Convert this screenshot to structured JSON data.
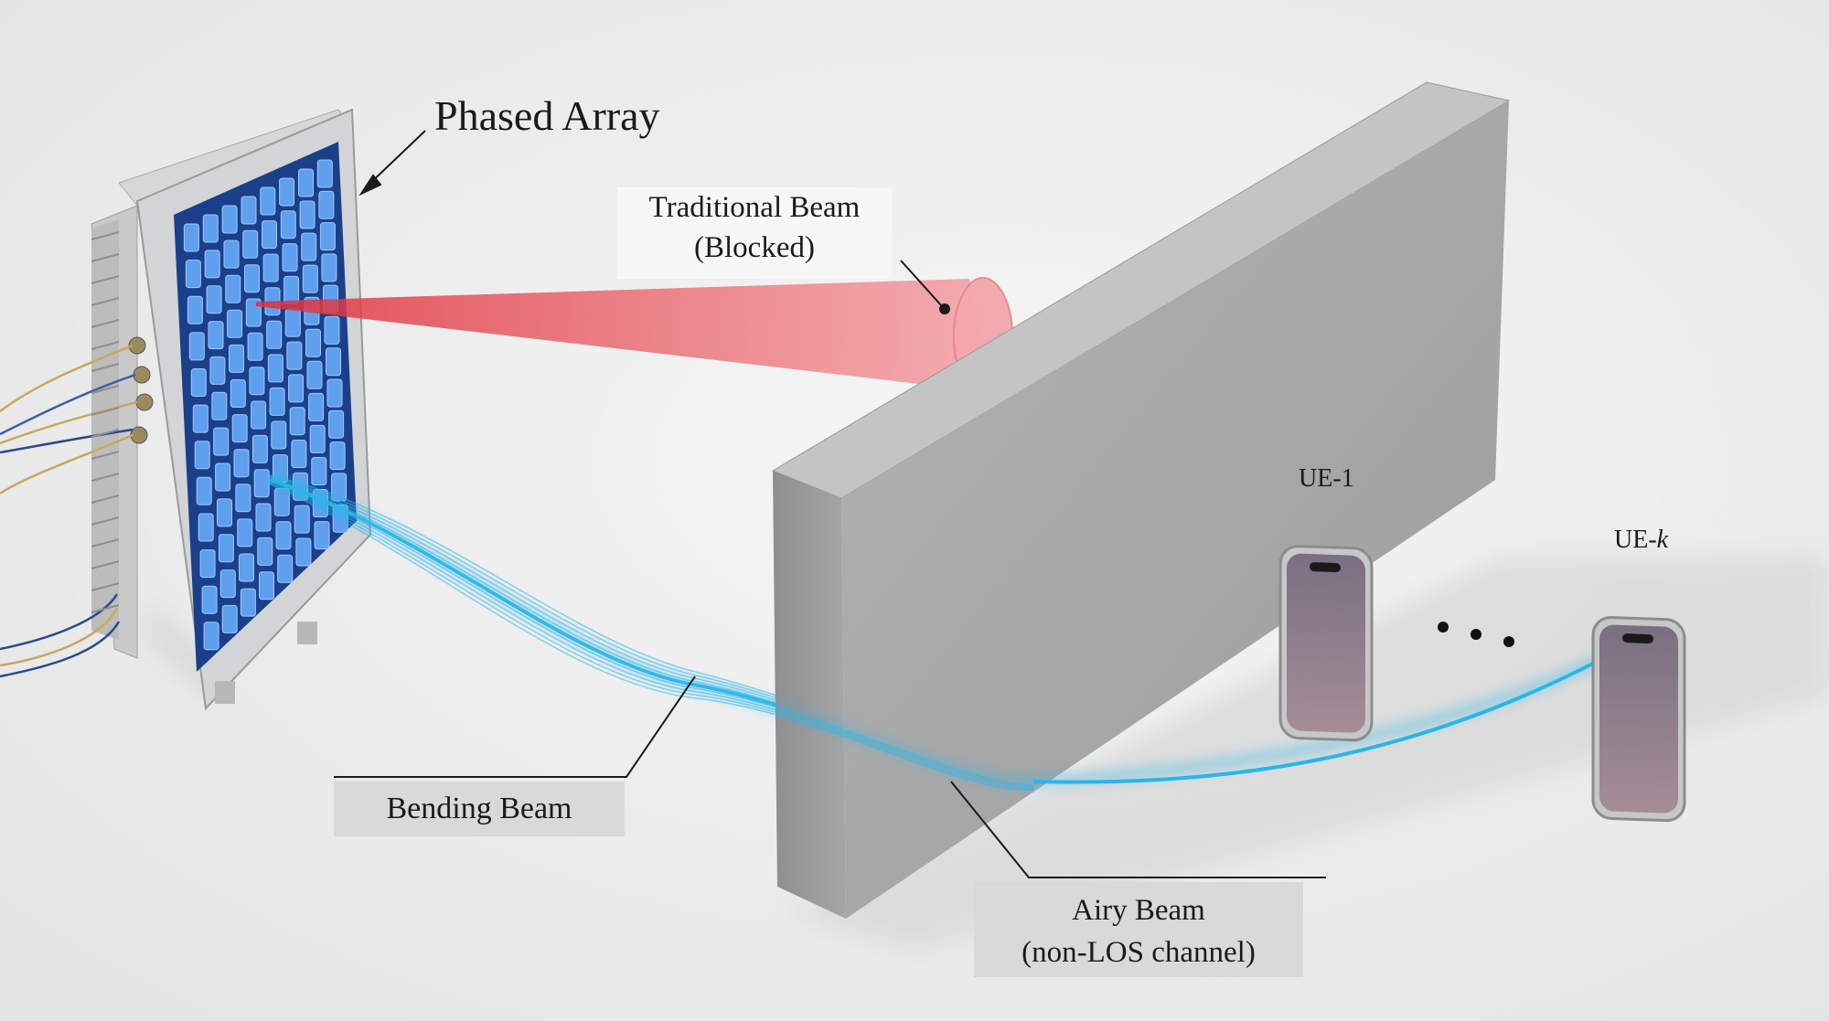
{
  "labels": {
    "phased_array": "Phased Array",
    "traditional_beam_line1": "Traditional Beam",
    "traditional_beam_line2": "(Blocked)",
    "bending_beam": "Bending Beam",
    "airy_beam_line1": "Airy Beam",
    "airy_beam_line2": "(non-LOS channel)",
    "ue_1": "UE-1",
    "ue_k_prefix": "UE-",
    "ue_k_index": "k"
  },
  "colors": {
    "background": "#efefef",
    "traditional_beam": "#e8454e",
    "airy_beam": "#29b6e8",
    "wall": "#a9a9a9",
    "array_panel": "#2f63c4",
    "label_box": "#d9d9d9"
  }
}
